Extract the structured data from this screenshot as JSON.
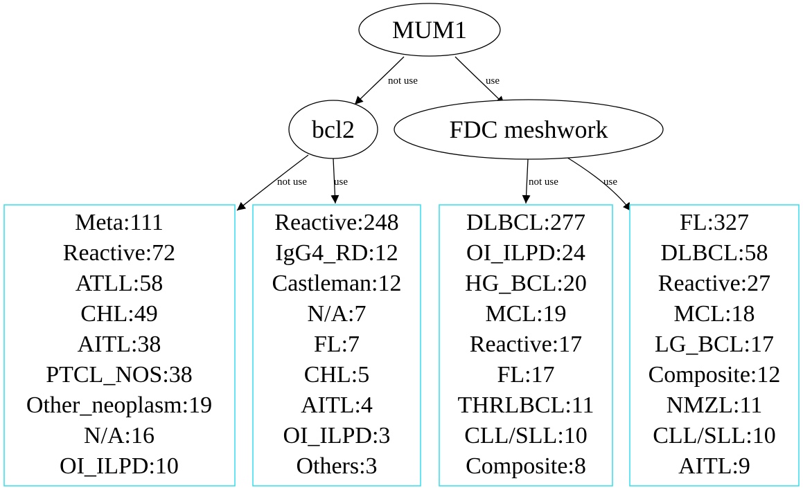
{
  "colors": {
    "leaf_border": "#3fe0ee",
    "edge": "#000000",
    "text": "#000000"
  },
  "nodes": {
    "root": {
      "label": "MUM1"
    },
    "left": {
      "label": "bcl2"
    },
    "right": {
      "label": "FDC meshwork"
    }
  },
  "edges": {
    "root_left": "not use",
    "root_right": "use",
    "left_leaf1": "not use",
    "left_leaf2": "use",
    "right_leaf3": "not use",
    "right_leaf4": "use"
  },
  "leaves": [
    {
      "id": "leaf1",
      "lines": [
        "Meta:111",
        "Reactive:72",
        "ATLL:58",
        "CHL:49",
        "AITL:38",
        "PTCL_NOS:38",
        "Other_neoplasm:19",
        "N/A:16",
        "OI_ILPD:10"
      ]
    },
    {
      "id": "leaf2",
      "lines": [
        "Reactive:248",
        "IgG4_RD:12",
        "Castleman:12",
        "N/A:7",
        "FL:7",
        "CHL:5",
        "AITL:4",
        "OI_ILPD:3",
        "Others:3"
      ]
    },
    {
      "id": "leaf3",
      "lines": [
        "DLBCL:277",
        "OI_ILPD:24",
        "HG_BCL:20",
        "MCL:19",
        "Reactive:17",
        "FL:17",
        "THRLBCL:11",
        "CLL/SLL:10",
        "Composite:8"
      ]
    },
    {
      "id": "leaf4",
      "lines": [
        "FL:327",
        "DLBCL:58",
        "Reactive:27",
        "MCL:18",
        "LG_BCL:17",
        "Composite:12",
        "NMZL:11",
        "CLL/SLL:10",
        "AITL:9"
      ]
    }
  ]
}
